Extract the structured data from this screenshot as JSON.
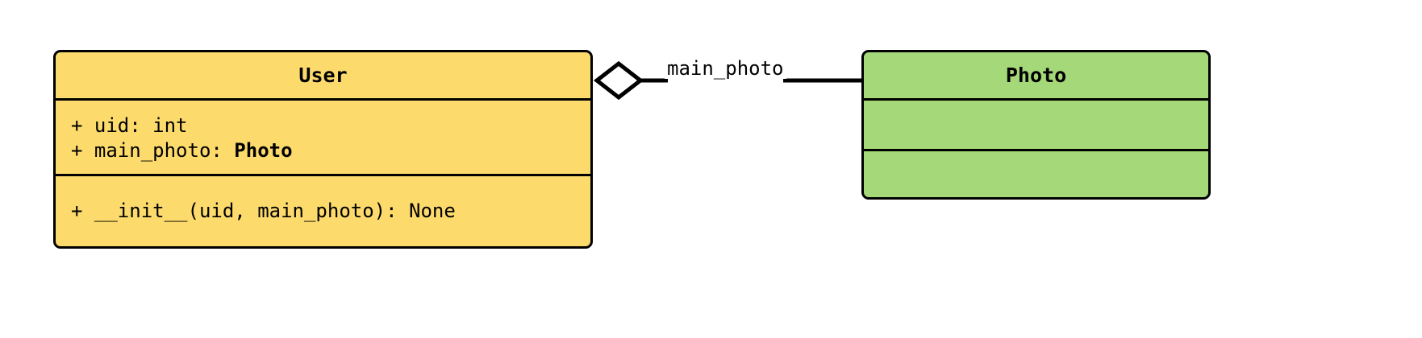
{
  "diagram": {
    "kind": "uml-class-diagram",
    "background": "#ffffff",
    "classes": [
      {
        "name": "User",
        "fill": "#fcda6c",
        "stroke": "#000000",
        "attributes": [
          {
            "text": "+ uid: int"
          },
          {
            "text": "+ main_photo: ",
            "type_name": "Photo"
          }
        ],
        "methods": [
          {
            "text": "+ __init__(uid, main_photo): None"
          }
        ]
      },
      {
        "name": "Photo",
        "fill": "#a4d878",
        "stroke": "#000000",
        "attributes": [],
        "methods": []
      }
    ],
    "relationship": {
      "type": "aggregation",
      "label": "main_photo",
      "source": "User",
      "target": "Photo",
      "diamond_fill": "#ffffff",
      "diamond_stroke": "#000000"
    }
  }
}
